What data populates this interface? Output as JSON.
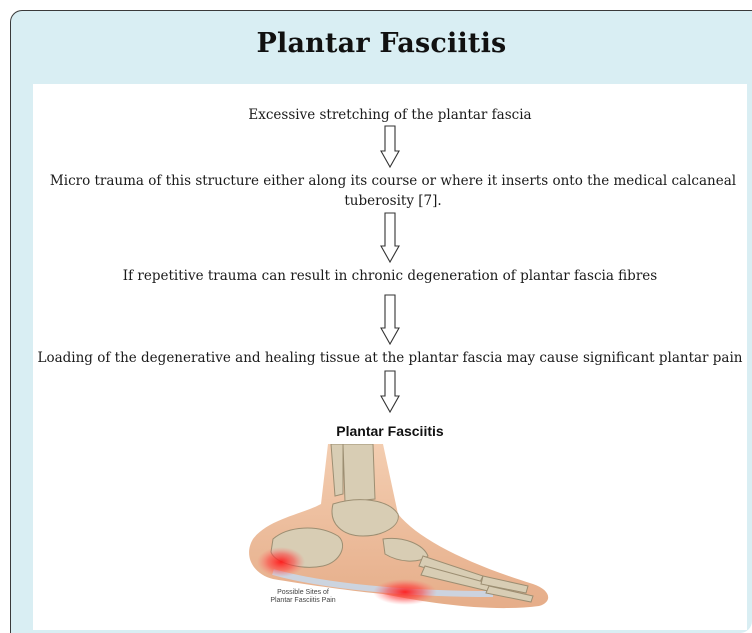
{
  "title": "Plantar Fasciitis",
  "steps": [
    "Excessive stretching of the plantar fascia",
    "Micro trauma of this structure either along its course or where it inserts onto the medical    calcaneal tuberosity [7].",
    "If repetitive trauma can result in chronic degeneration of plantar fascia fibres",
    "Loading of the degenerative and healing tissue at the plantar fascia may cause significant plantar pain"
  ],
  "figure": {
    "caption": "Plantar Fasciitis",
    "label_line1": "Possible Sites of",
    "label_line2": "Plantar Fasciitis Pain"
  },
  "colors": {
    "frame_bg": "#d9eef3",
    "pain": "#e8242a",
    "bone": "#d8cdb4",
    "skin": "#e9b48f"
  }
}
